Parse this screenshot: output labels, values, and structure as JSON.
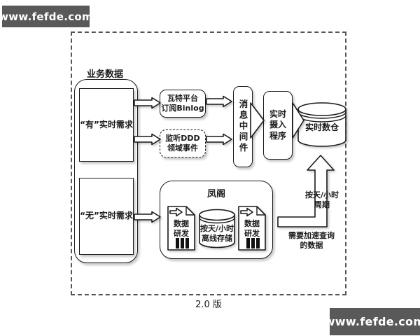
{
  "colors": {
    "ink": "#1a1a1a",
    "watermark_bg": "#595959",
    "canvas": "#ffffff"
  },
  "watermark": {
    "text": "www.fefde.com"
  },
  "diagram": {
    "version_label": "2.0 版",
    "business_data": {
      "label": "业务数据",
      "has_realtime": "“有”实时需求",
      "no_realtime": "“无”实时需求"
    },
    "top_flow": {
      "watt_binlog": "瓦特平台\n订阅Binlog",
      "ddd_events": "监听DDD\n领域事件",
      "mq": "消息中间件",
      "ingest": "实时\n摄入\n程序",
      "realtime_dw": "实时数仓"
    },
    "fengge": {
      "label": "凤阁",
      "doc_left": "数据\n研发",
      "offline_storage": "按天/小时\n离线存储",
      "doc_right": "数据\n研发"
    },
    "upload_arrow": {
      "cycle": "按天/小时\n周期",
      "need_accel": "需要加速查询\n的数据"
    },
    "icons": [
      "document-icon",
      "database-icon",
      "arrow-right-icon",
      "arrow-up-elbow-icon"
    ]
  }
}
